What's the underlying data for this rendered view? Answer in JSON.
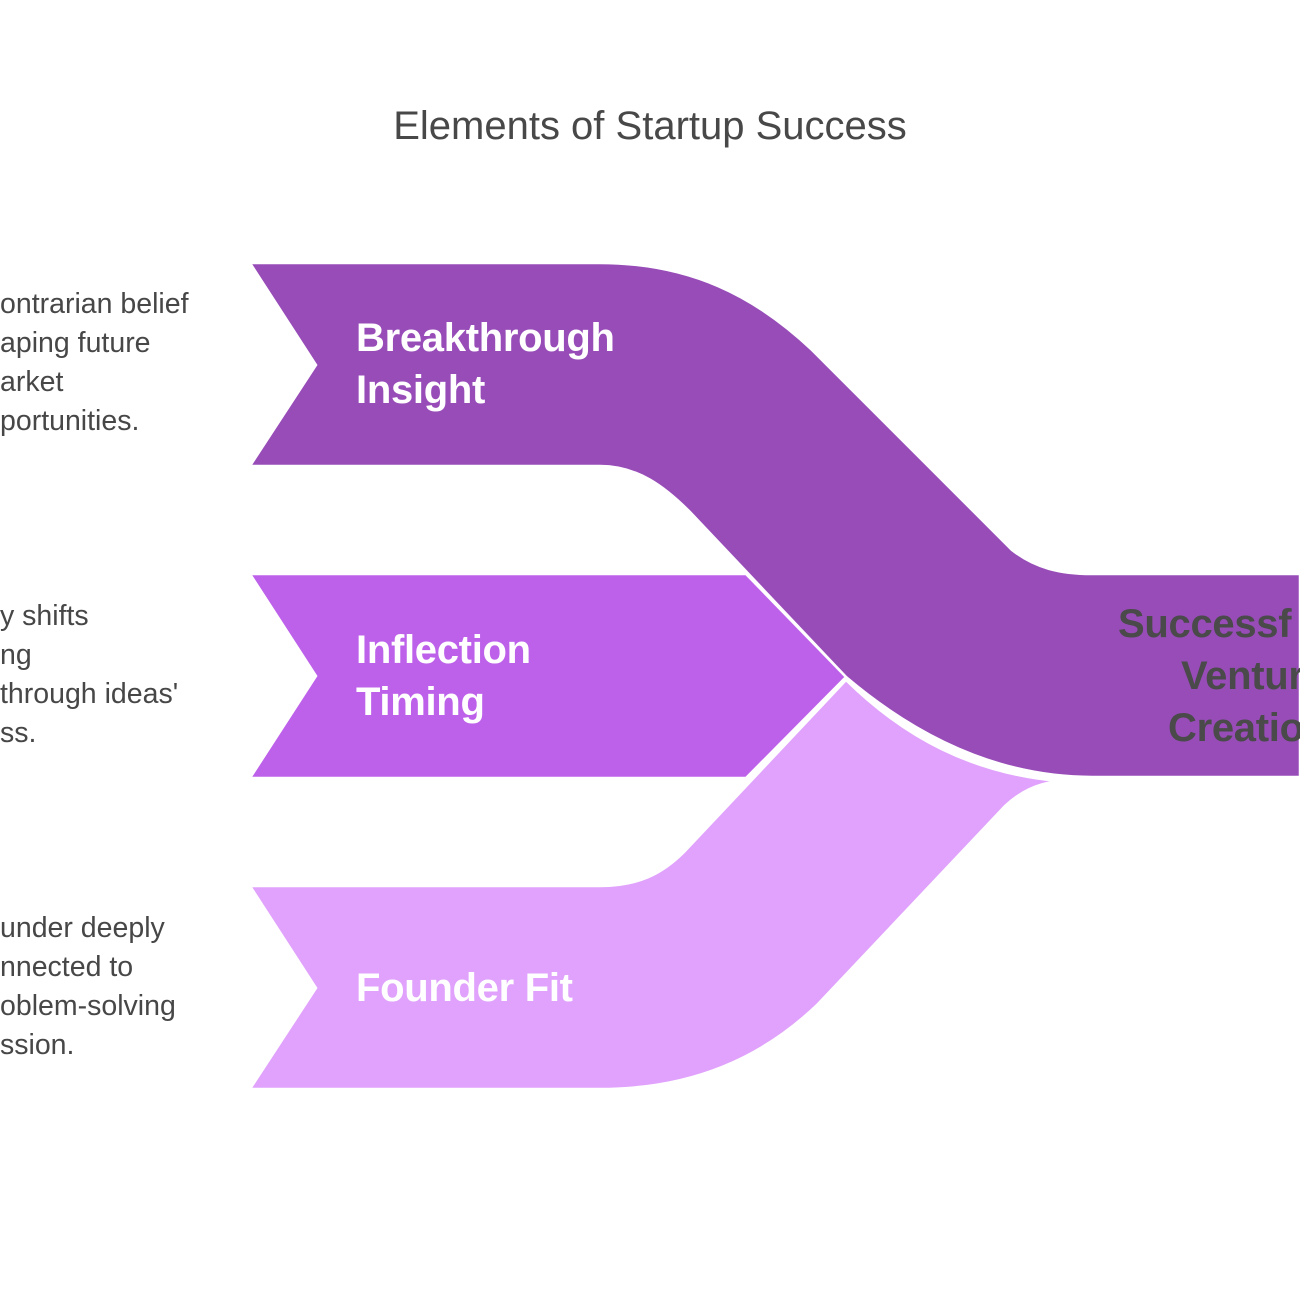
{
  "title": "Elements of Startup Success",
  "colors": {
    "breakthrough": "#974CB8",
    "inflection": "#BD61EA",
    "founder": "#E0A2FC",
    "separator": "#FFFFFF",
    "title_text": "#484848",
    "description_text": "#474747",
    "label_text": "#FFFFFF",
    "outcome_text": "#4A4A4A"
  },
  "inputs": [
    {
      "id": "breakthrough",
      "label_lines": [
        "Breakthrough",
        "Insight"
      ],
      "description_lines": [
        "ontrarian belief",
        "aping future",
        "arket",
        "portunities."
      ]
    },
    {
      "id": "inflection",
      "label_lines": [
        "Inflection",
        "Timing"
      ],
      "description_lines": [
        "y shifts",
        "ng",
        "through ideas'",
        "ss."
      ]
    },
    {
      "id": "founder",
      "label_lines": [
        "Founder Fit"
      ],
      "description_lines": [
        "under deeply",
        "nnected to",
        "oblem-solving",
        "ssion."
      ]
    }
  ],
  "outcome": {
    "label_lines": [
      "Successf",
      "Ventur",
      "Creatio"
    ]
  }
}
